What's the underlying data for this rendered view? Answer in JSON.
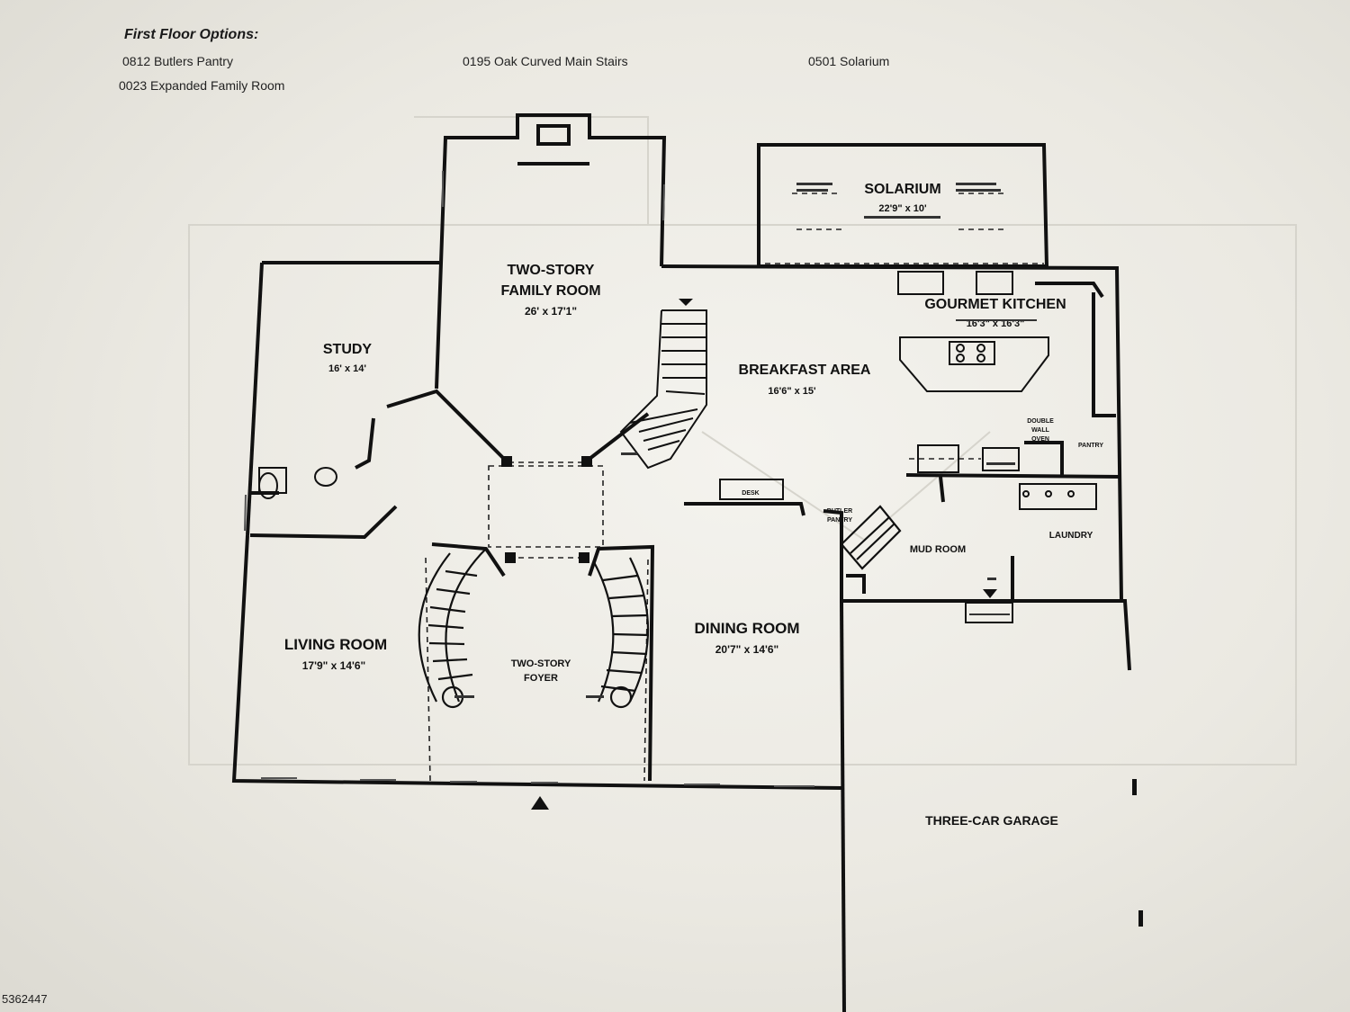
{
  "options": {
    "title": "First Floor Options:",
    "items": [
      "0812 Butlers Pantry",
      "0195 Oak Curved Main Stairs",
      "0501 Solarium",
      "0023 Expanded Family Room"
    ]
  },
  "rooms": {
    "family_room": {
      "line1": "TWO-STORY",
      "line2": "FAMILY ROOM",
      "dim": "26' x 17'1\""
    },
    "solarium": {
      "name": "SOLARIUM",
      "dim": "22'9\" x 10'"
    },
    "kitchen": {
      "name": "GOURMET KITCHEN",
      "dim": "16'3\" x 16'3\""
    },
    "study": {
      "name": "STUDY",
      "dim": "16' x 14'"
    },
    "breakfast": {
      "name": "BREAKFAST AREA",
      "dim": "16'6\" x 15'"
    },
    "living": {
      "name": "LIVING ROOM",
      "dim": "17'9\" x 14'6\""
    },
    "dining": {
      "name": "DINING ROOM",
      "dim": "20'7\" x 14'6\""
    },
    "foyer": {
      "line1": "TWO-STORY",
      "line2": "FOYER"
    },
    "garage": {
      "name": "THREE-CAR GARAGE"
    },
    "mud_room": {
      "name": "MUD ROOM"
    },
    "laundry": {
      "name": "LAUNDRY"
    },
    "butler_pantry": {
      "line1": "BUTLER",
      "line2": "PANTRY"
    },
    "pantry": {
      "name": "PANTRY"
    },
    "double_oven": {
      "line1": "DOUBLE",
      "line2": "WALL",
      "line3": "OVEN"
    },
    "desk": {
      "name": "DESK"
    }
  },
  "watermark": "5362447"
}
